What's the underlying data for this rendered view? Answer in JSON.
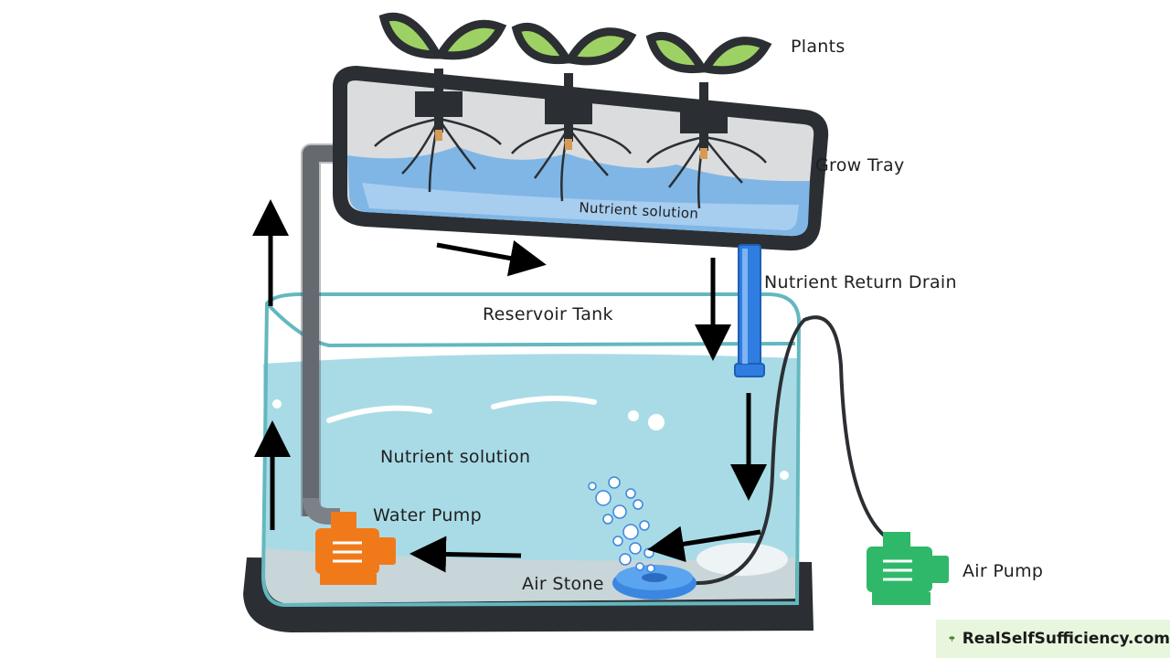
{
  "labels": {
    "plants": "Plants",
    "grow_tray": "Grow Tray",
    "tray_solution": "Nutrient solution",
    "return_drain": "Nutrient Return Drain",
    "reservoir_tank": "Reservoir Tank",
    "tank_solution": "Nutrient solution",
    "water_pump": "Water Pump",
    "air_stone": "Air Stone",
    "air_pump": "Air Pump"
  },
  "branding": {
    "site": "RealSelfSufficiency.com",
    "icon": "tree-logo-icon"
  },
  "colors": {
    "water": "#a9dbe6",
    "tray_water": "#7fb6e6",
    "leaf": "#9ed163",
    "outline": "#2b2f33",
    "drain_pipe": "#2f7de0",
    "water_pump": "#f07a1a",
    "air_pump": "#2fb86a",
    "air_stone": "#3a86e0",
    "arrow": "#000000",
    "brand_bg": "#e8f6de"
  }
}
